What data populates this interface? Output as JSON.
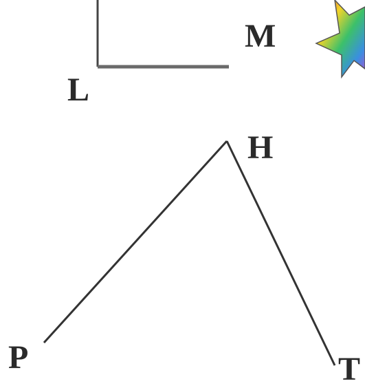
{
  "diagram": {
    "angle_lm": {
      "vertex_label": "L",
      "arm_label": "M"
    },
    "angle_pht": {
      "vertex_label": "H",
      "left_label": "P",
      "right_label": "T"
    },
    "decoration": {
      "icon": "star-icon",
      "colors": [
        "#e23b3b",
        "#f2d42a",
        "#3cc06a",
        "#3a8fe0",
        "#b04fd0"
      ]
    },
    "colors": {
      "line": "#333333",
      "angle_arm": "#6a6a6a",
      "text": "#2a2a2a",
      "background": "#ffffff"
    }
  }
}
